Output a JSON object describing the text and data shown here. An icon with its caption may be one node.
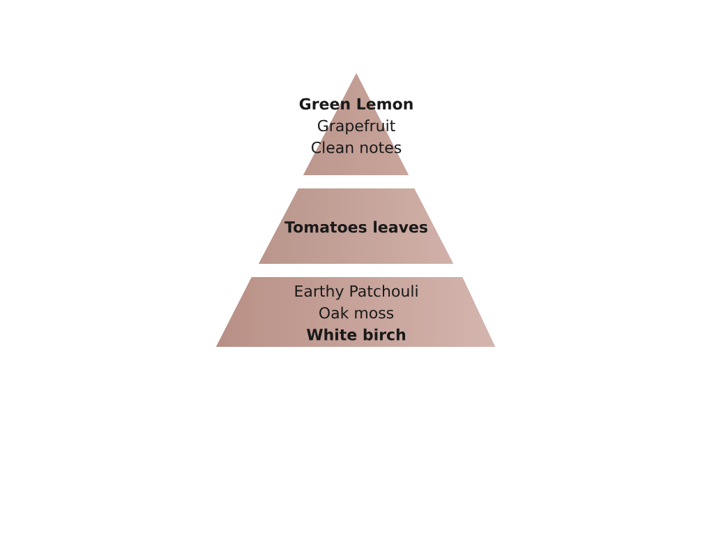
{
  "diagram": {
    "nodes": [
      {
        "text": [
          "Green Lemon",
          "Grapefruit",
          "Clean notes"
        ]
      },
      {
        "text": [
          "Tomatoes leaves"
        ]
      },
      {
        "text": [
          "Earthy Patchouli",
          "Oak moss",
          "White birch"
        ]
      }
    ]
  }
}
